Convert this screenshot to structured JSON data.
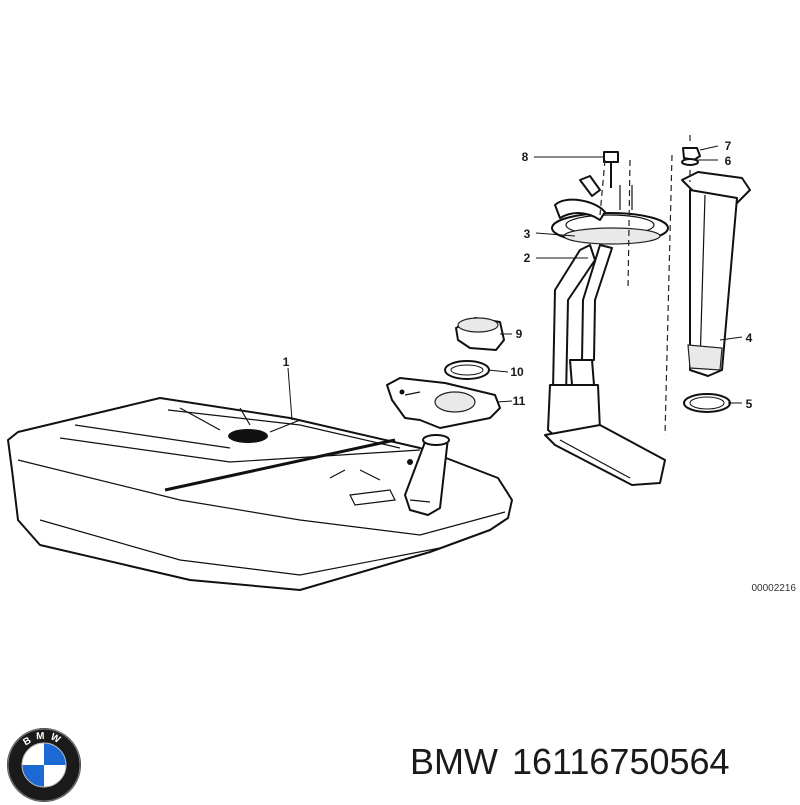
{
  "callouts": [
    {
      "id": "1",
      "label": "1"
    },
    {
      "id": "2",
      "label": "2"
    },
    {
      "id": "3",
      "label": "3"
    },
    {
      "id": "4",
      "label": "4"
    },
    {
      "id": "5",
      "label": "5"
    },
    {
      "id": "6",
      "label": "6"
    },
    {
      "id": "7",
      "label": "7"
    },
    {
      "id": "8",
      "label": "8"
    },
    {
      "id": "9",
      "label": "9"
    },
    {
      "id": "10",
      "label": "10"
    },
    {
      "id": "11",
      "label": "11"
    }
  ],
  "reference_code": "00002216",
  "caption": {
    "brand": "BMW",
    "part_number": "16116750564"
  },
  "logo": {
    "name": "bmw-roundel",
    "letters": "BMW",
    "colors": {
      "blue": "#1c69d4",
      "white": "#ffffff",
      "ring": "#1a1a1a"
    }
  }
}
